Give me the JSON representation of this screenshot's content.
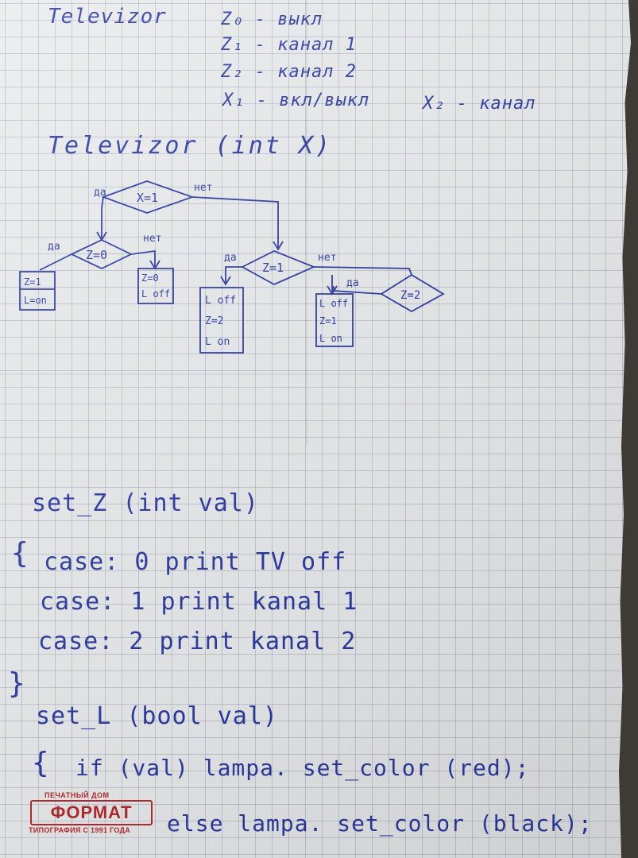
{
  "header": {
    "title": "Televizor"
  },
  "legend": {
    "z0": "Z₀ - выкл",
    "z1": "Z₁ - канал 1",
    "z2": "Z₂ - канал 2",
    "x1": "X₁ - вкл/выкл",
    "x2": "X₂ - канал"
  },
  "flowchart": {
    "function_signature": "Televizor (int X)",
    "decision_x": "X=1",
    "decision_z0": "Z=0",
    "decision_z1": "Z=1",
    "decision_z2": "Z=2",
    "yes": "да",
    "no": "нет",
    "box_a": [
      "Z=1",
      "L=on"
    ],
    "box_b": [
      "Z=0",
      "L off"
    ],
    "box_c": [
      "L off",
      "Z=2",
      "L on"
    ],
    "box_d": [
      "L off",
      "Z=1",
      "L on"
    ]
  },
  "code": {
    "set_z_signature": "set_Z (int val)",
    "open_brace_1": "{",
    "case0": "case: 0  print TV off",
    "case1": "case: 1  print kanal 1",
    "case2": "case: 2  print kanal 2",
    "close_brace_1": "}",
    "set_l_signature": "set_L (bool val)",
    "open_brace_2": "{",
    "if_line": "if (val)  lampa. set_color (red);",
    "else_line": "else  lampa. set_color (black);"
  },
  "logo": {
    "top_text": "ПЕЧАТНЫЙ ДОМ",
    "brand": "ФОРМАТ",
    "bottom_text": "ТИПОГРАФИЯ С 1991 ГОДА",
    "color": "#b62a2e"
  },
  "ink_color": "#2c3aa4"
}
